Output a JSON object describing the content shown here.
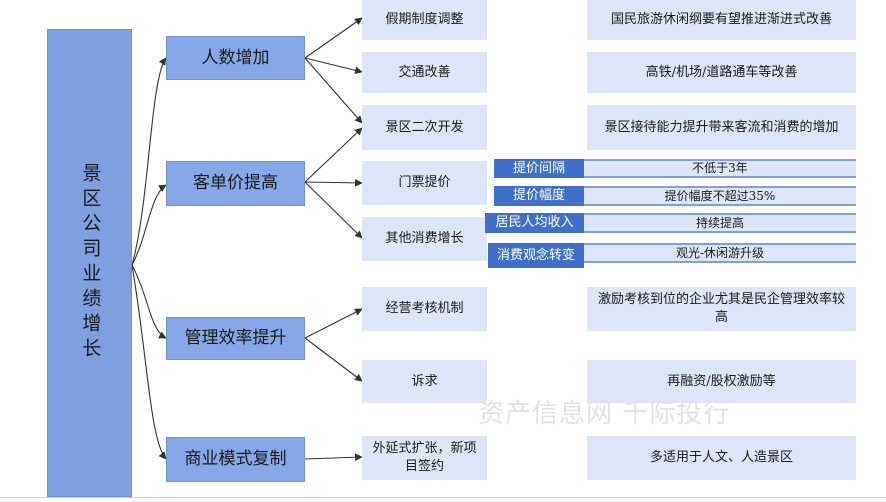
{
  "root": {
    "label": "景区公司业绩增长"
  },
  "branches": [
    {
      "label": "人数增加",
      "children": [
        {
          "label": "假期制度调整",
          "detail": "国民旅游休闲纲要有望推进渐进式改善"
        },
        {
          "label": "交通改善",
          "detail": "高铁/机场/道路通车等改善"
        },
        {
          "label": "景区二次开发",
          "detail": "景区接待能力提升带来客流和消费的增加"
        }
      ]
    },
    {
      "label": "客单价提高",
      "children": [
        {
          "label": "门票提价",
          "tags": [
            {
              "tag": "提价间隔",
              "detail": "不低于3年"
            },
            {
              "tag": "提价幅度",
              "detail": "提价幅度不超过35%"
            }
          ]
        },
        {
          "label": "其他消费增长",
          "tags": [
            {
              "tag": "居民人均收入",
              "detail": "持续提高"
            },
            {
              "tag": "消费观念转变",
              "detail": "观光-休闲游升级"
            }
          ]
        }
      ]
    },
    {
      "label": "管理效率提升",
      "children": [
        {
          "label": "经营考核机制",
          "detail": "激励考核到位的企业尤其是民企管理效率较高"
        },
        {
          "label": "诉求",
          "detail": "再融资/股权激励等"
        }
      ]
    },
    {
      "label": "商业模式复制",
      "children": [
        {
          "label": "外延式扩张，新项目签约",
          "detail": "多适用于人文、人造景区"
        }
      ]
    }
  ],
  "watermark": "资产信息网 千际投行",
  "colors": {
    "root": "#7f9fe0",
    "branch": "#86a7e8",
    "leaf": "#dde6f6",
    "tag": "#3f6fc8",
    "connector": "#333333"
  }
}
